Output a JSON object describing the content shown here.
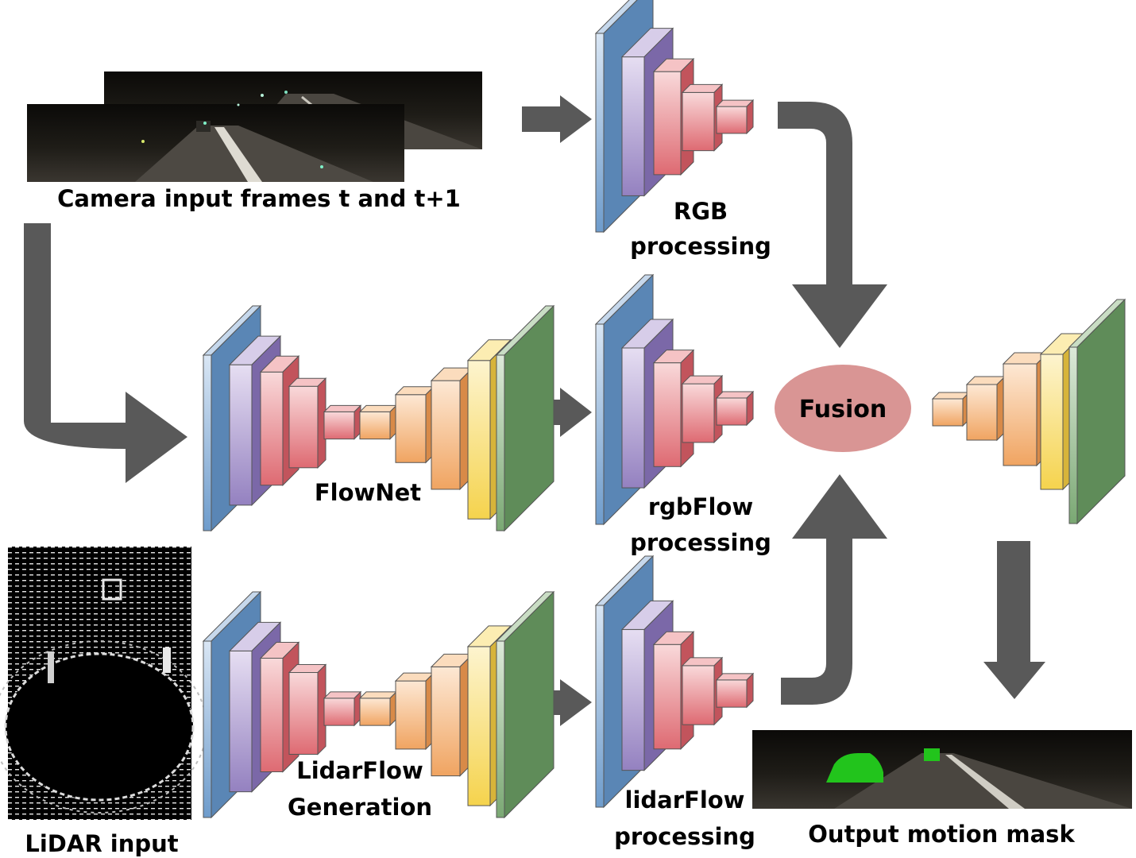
{
  "labels": {
    "camera_input": "Camera input frames t and t+1",
    "rgb_processing_1": "RGB",
    "rgb_processing_2": "processing",
    "flownet": "FlowNet",
    "rgbflow_1": "rgbFlow",
    "rgbflow_2": "processing",
    "fusion": "Fusion",
    "lidarflow_gen_1": "LidarFlow",
    "lidarflow_gen_2": "Generation",
    "lidarflow_proc_1": "lidarFlow",
    "lidarflow_proc_2": "processing",
    "lidar_input": "LiDAR input",
    "output_mask": "Output motion mask"
  },
  "colors": {
    "arrow": "#595959",
    "fusion_ellipse": "#d99594",
    "blue_layer": "#7fa7d1",
    "purple_layer": "#a593c8",
    "red_layer": "#e27a80",
    "orange_layer": "#f3b27c",
    "yellow_layer": "#f7da6d",
    "green_layer": "#8fb889"
  },
  "icons": {
    "camera_frames": "night-road-camera-image",
    "lidar_scan": "lidar-point-cloud-image",
    "output_mask": "motion-mask-image"
  }
}
